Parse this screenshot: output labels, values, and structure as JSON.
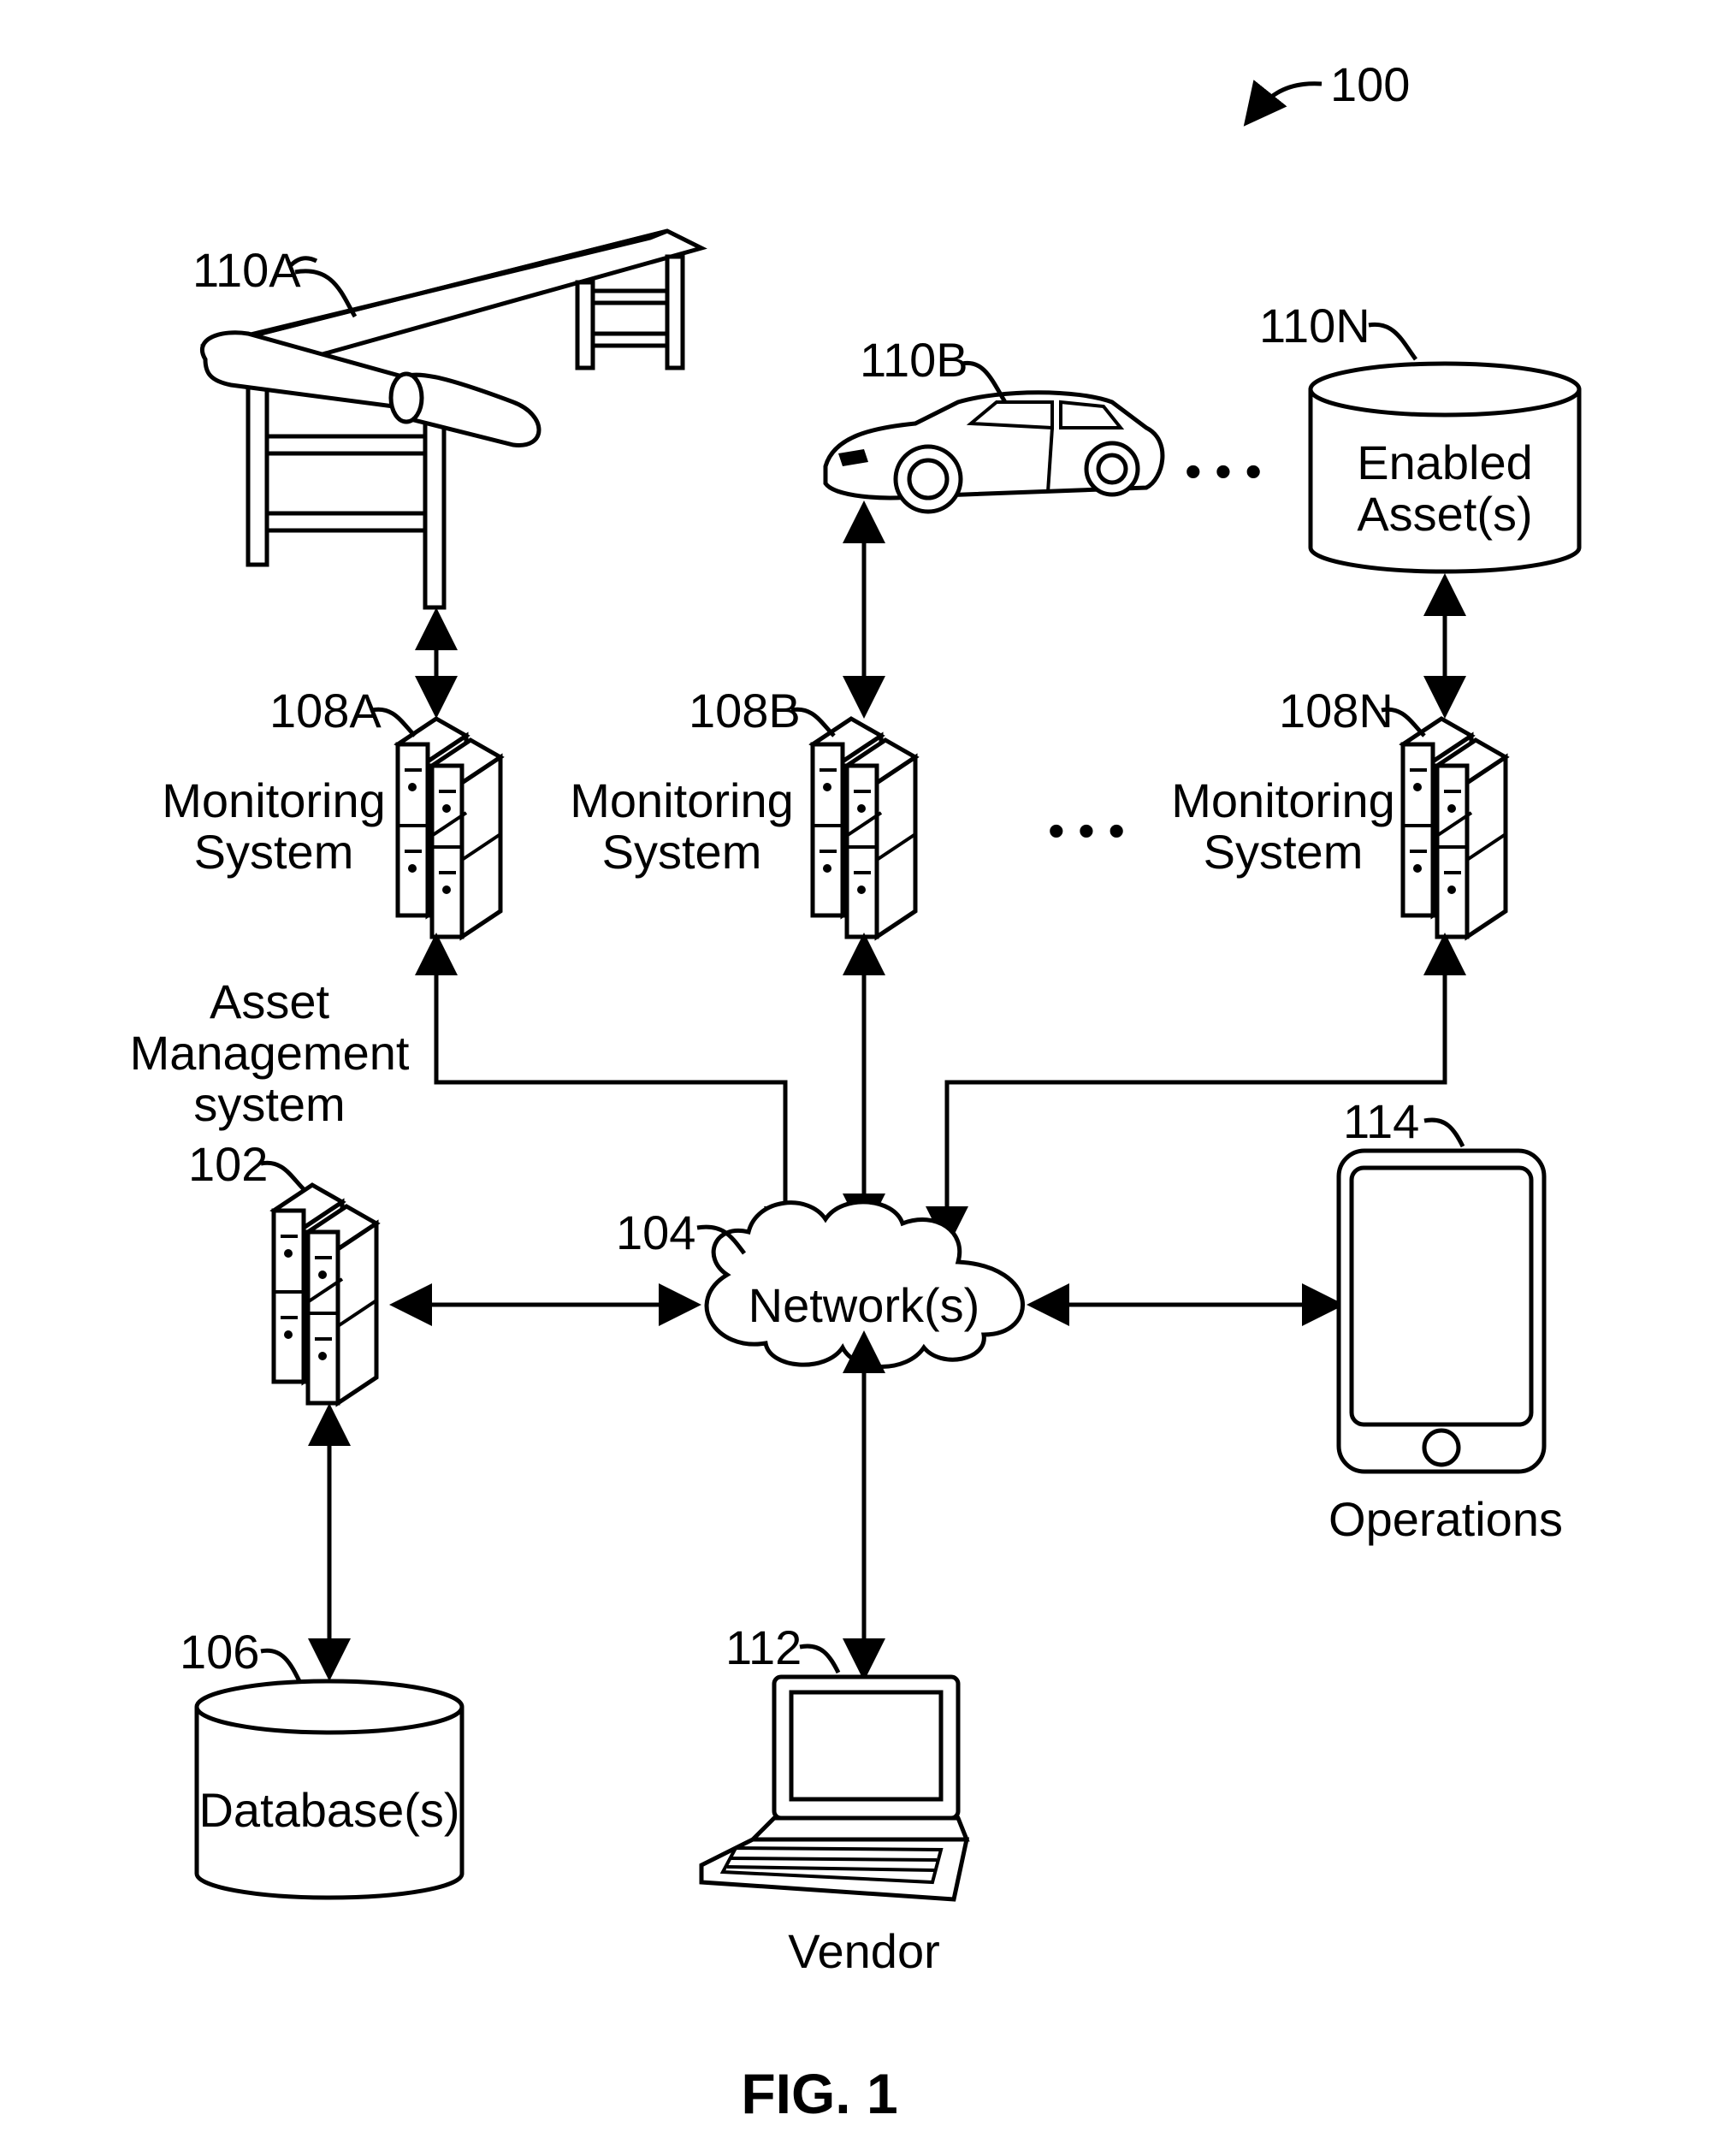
{
  "figure": {
    "ref_main": "100",
    "caption": "FIG. 1"
  },
  "assets": {
    "conveyor_ref": "110A",
    "car_ref": "110B",
    "enabled_ref": "110N",
    "enabled_label_1": "Enabled",
    "enabled_label_2": "Asset(s)",
    "ellipsis": "• • •"
  },
  "monitors": {
    "a_ref": "108A",
    "b_ref": "108B",
    "n_ref": "108N",
    "label_1": "Monitoring",
    "label_2": "System",
    "ellipsis": "• • •"
  },
  "asset_mgmt": {
    "label_1": "Asset",
    "label_2": "Management",
    "label_3": "system",
    "ref": "102"
  },
  "network": {
    "ref": "104",
    "label": "Network(s)"
  },
  "database": {
    "ref": "106",
    "label": "Database(s)"
  },
  "vendor": {
    "ref": "112",
    "label": "Vendor"
  },
  "operations": {
    "ref": "114",
    "label": "Operations"
  },
  "icons": [
    "conveyor-icon",
    "car-icon",
    "server-icon",
    "cloud-icon",
    "database-icon",
    "laptop-icon",
    "tablet-icon"
  ]
}
